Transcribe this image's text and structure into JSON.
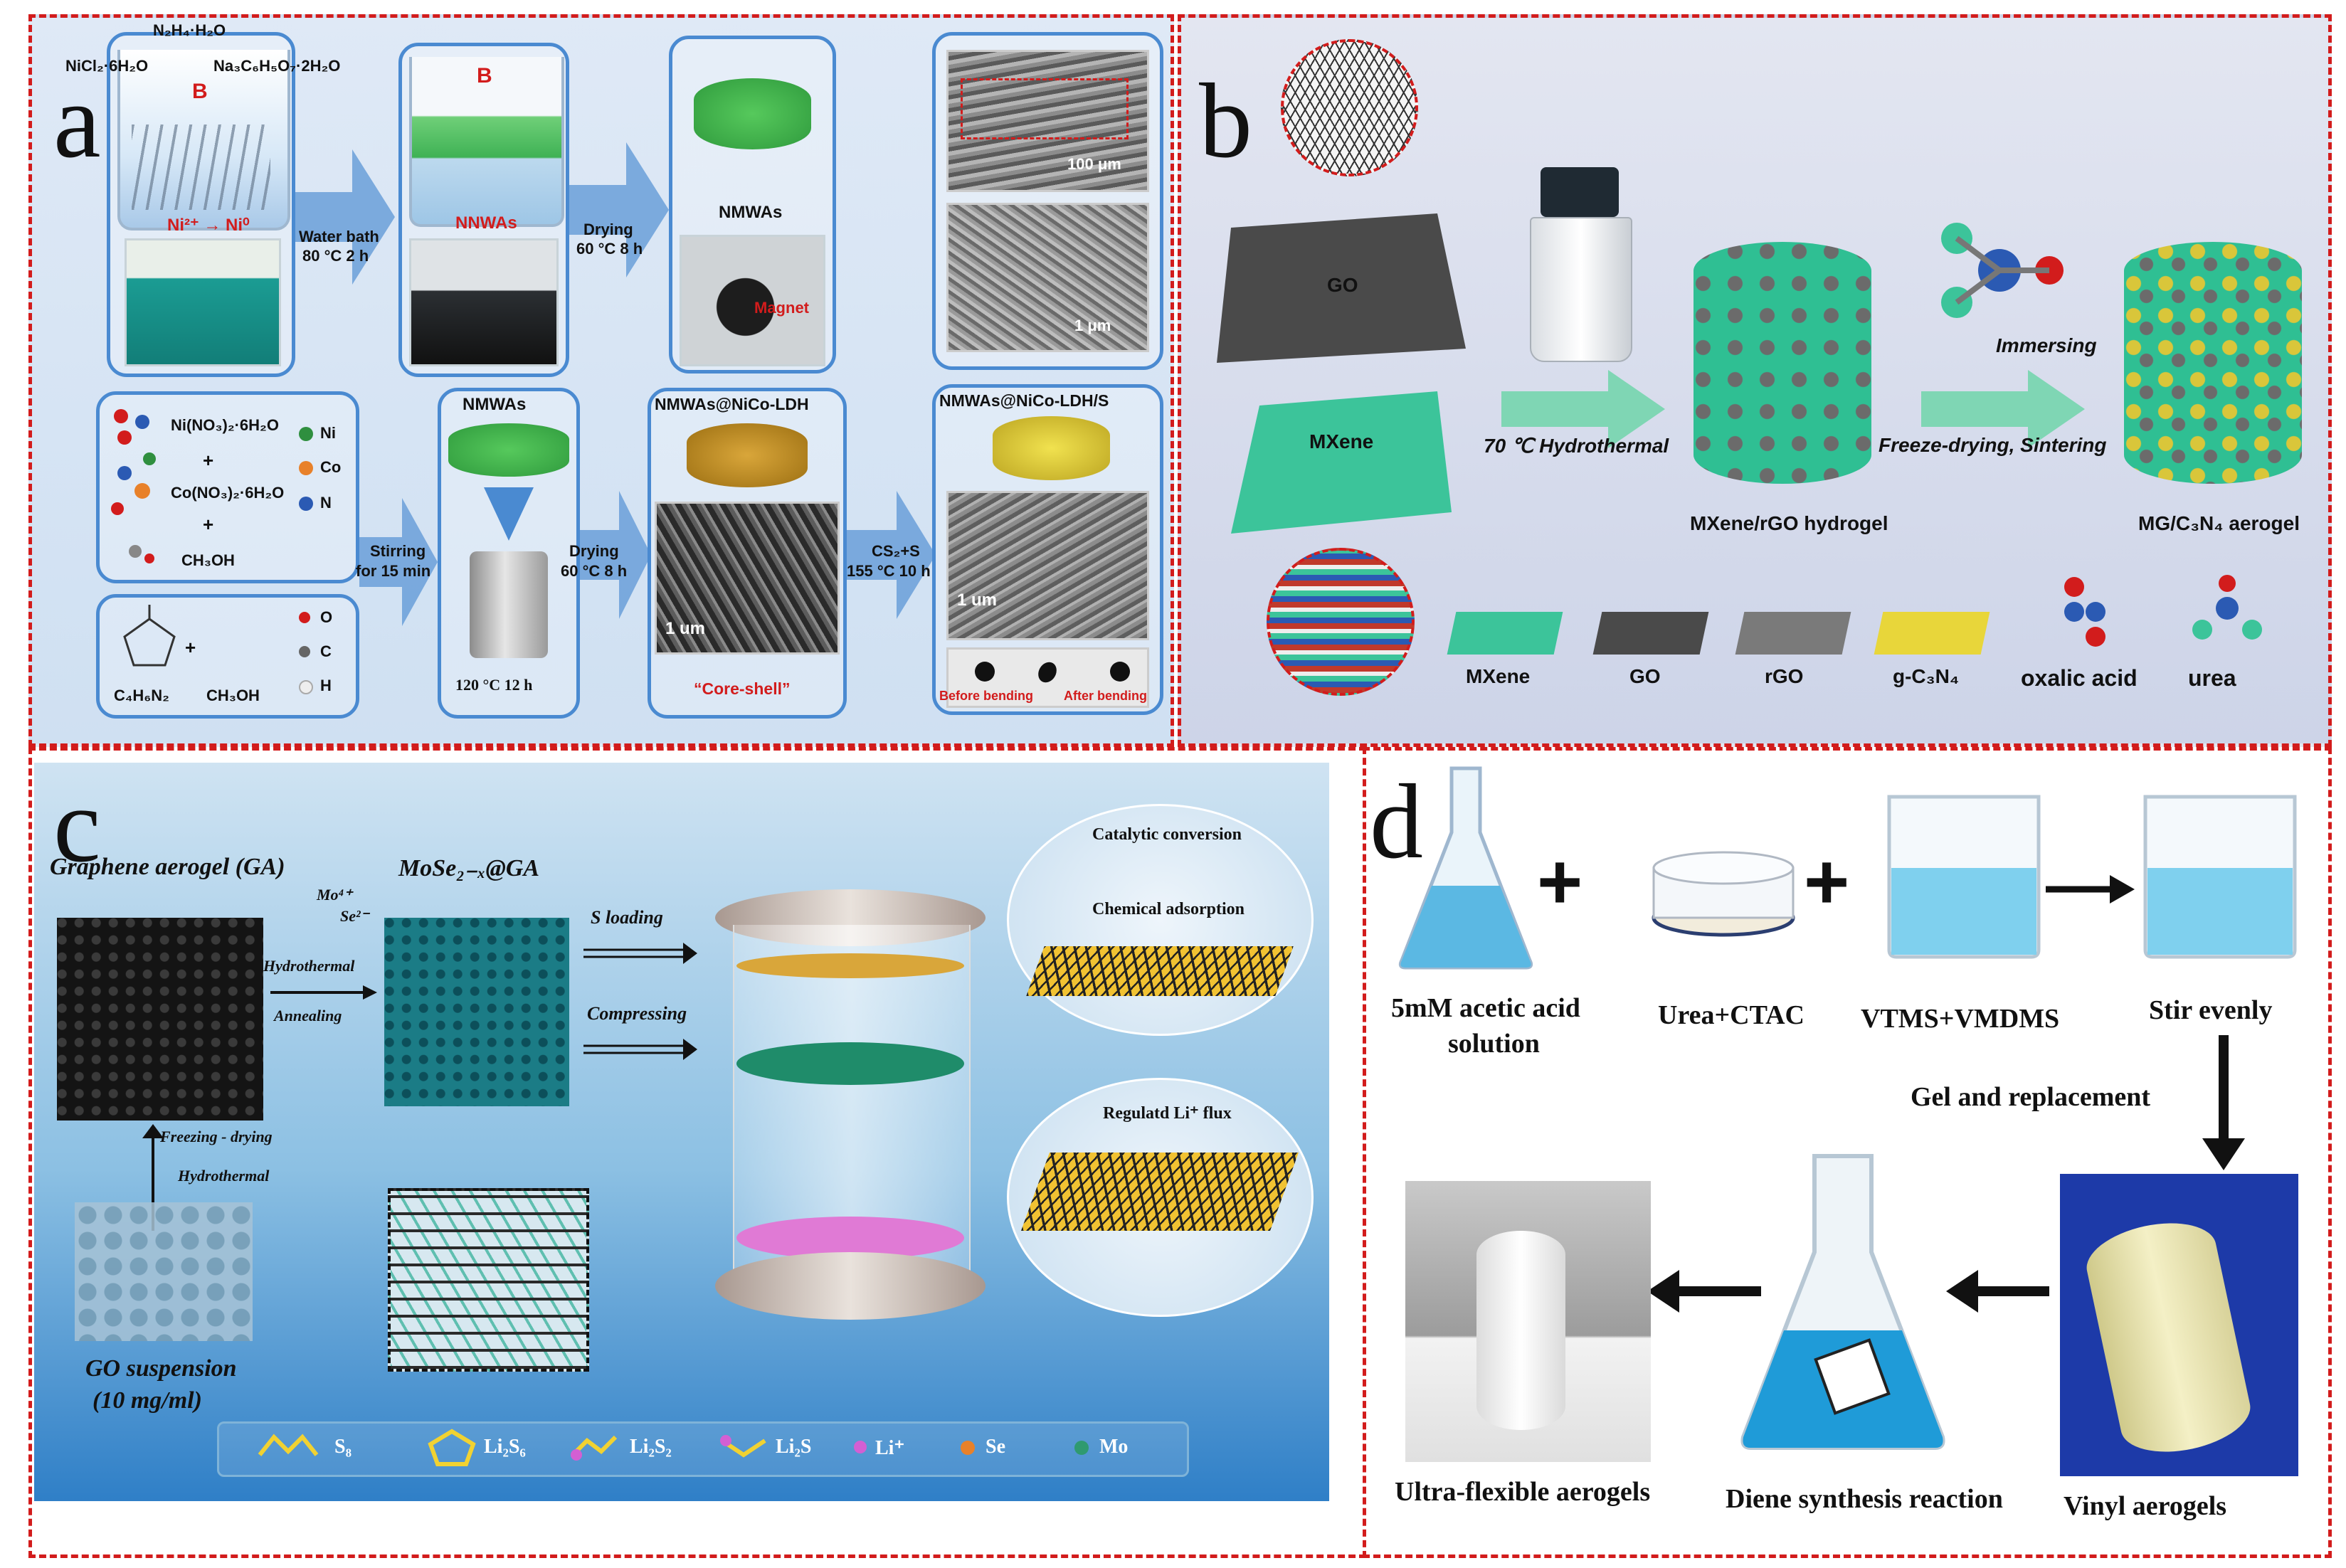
{
  "panels": {
    "a": {
      "label": "a",
      "reagents": {
        "hydrazine": "N₂H₄·H₂O",
        "nickel_chloride": "NiCl₂·6H₂O",
        "sodium_citrate": "Na₃C₆H₅O₇·2H₂O",
        "field": "B",
        "reduction": "Ni²⁺ → Ni⁰"
      },
      "step1": {
        "line1": "Water bath",
        "line2": "80 °C  2 h"
      },
      "nnwas": "NNWAs",
      "step2": {
        "line1": "Drying",
        "line2": "60 °C  8 h"
      },
      "nmwas": "NMWAs",
      "magnet": "Magnet",
      "sem_scale_top": "100 μm",
      "sem_scale_bottom": "1 μm",
      "precursors": {
        "ni_nitrate": "Ni(NO₃)₂·6H₂O",
        "plus1": "+",
        "co_nitrate": "Co(NO₃)₂·6H₂O",
        "plus2": "+",
        "methanol": "CH₃OH",
        "legend_ni": "Ni",
        "legend_co": "Co",
        "legend_n": "N"
      },
      "ligand": {
        "formula": "C₄H₆N₂",
        "plus": "+",
        "methanol": "CH₃OH",
        "legend_o": "O",
        "legend_c": "C",
        "legend_h": "H"
      },
      "step3": {
        "line1": "Stirring",
        "line2": "for 15 min"
      },
      "nmwas_box": "NMWAs",
      "autoclave": "120 °C  12 h",
      "step4": {
        "line1": "Drying",
        "line2": "60 °C  8 h"
      },
      "ldh_title": "NMWAs@NiCo-LDH",
      "ldh_scale": "1 um",
      "core_shell": "“Core-shell”",
      "step5": {
        "line1": "CS₂+S",
        "line2": "155 °C 10 h"
      },
      "ldhs_title": "NMWAs@NiCo-LDH/S",
      "ldhs_scale": "1 um",
      "before": "Before bending",
      "after": "After bending"
    },
    "b": {
      "label": "b",
      "go": "GO",
      "mxene": "MXene",
      "step1": "70 ℃ Hydrothermal",
      "hydrogel": "MXene/rGO hydrogel",
      "immersing": "Immersing",
      "step2": "Freeze-drying, Sintering",
      "aerogel": "MG/C₃N₄ aerogel",
      "legend": [
        "MXene",
        "GO",
        "rGO",
        "g-C₃N₄",
        "oxalic acid",
        "urea"
      ]
    },
    "c": {
      "label": "c",
      "ga": "Graphene aerogel (GA)",
      "mose": "MoSe₂₋ₓ@GA",
      "ions1": "Mo⁴⁺",
      "ions2": "Se²⁻",
      "hydrothermal": "Hydrothermal",
      "annealing": "Annealing",
      "freeze": "Freezing - drying",
      "hydro2": "Hydrothermal",
      "go_susp": "GO suspension",
      "go_conc": "(10 mg/ml)",
      "s_loading": "S loading",
      "compressing": "Compressing",
      "catalytic": "Catalytic conversion",
      "chem_ads": "Chemical adsorption",
      "regulated": "Regulatd Li⁺ flux",
      "legend": [
        "S₈",
        "Li₂S₆",
        "Li₂S₂",
        "Li₂S",
        "Li⁺",
        "Se",
        "Mo"
      ]
    },
    "d": {
      "label": "d",
      "acetic1": "5mM acetic acid",
      "acetic2": "solution",
      "plus1": "+",
      "urea": "Urea+CTAC",
      "plus2": "+",
      "vtms": "VTMS+VMDMS",
      "stir": "Stir evenly",
      "gel": "Gel and replacement",
      "vinyl": "Vinyl aerogels",
      "diene": "Diene synthesis reaction",
      "ultra": "Ultra-flexible aerogels"
    }
  },
  "colors": {
    "frame": "#d21c1c",
    "box_border": "#4a8ad1",
    "nmwa_green": "#3fbf55",
    "ldh_gold": "#c9962a",
    "sulfur_yellow": "#e8d63a",
    "mxene_teal": "#3cc49a",
    "go_gray": "#4a4a4a",
    "water_blue": "#9fd8ef"
  }
}
